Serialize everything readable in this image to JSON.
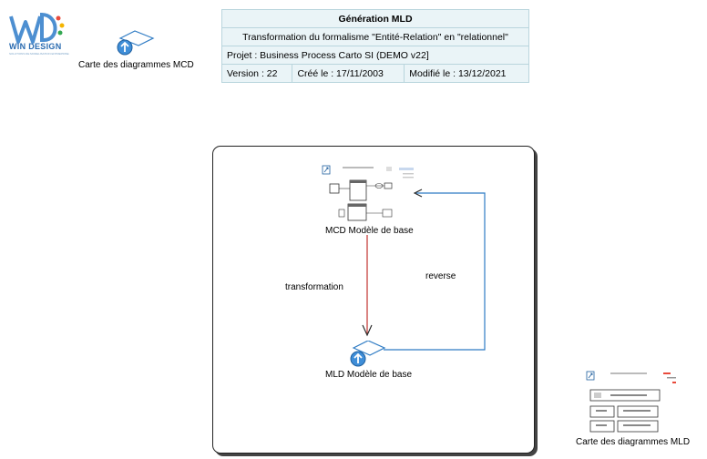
{
  "logo": {
    "brand": "WIN DESIGN",
    "tagline": "SOLUTIONS DE MODELISATION ENTREPRISE"
  },
  "colors": {
    "accent_blue": "#2e7bc4",
    "transform_red": "#c0332e",
    "table_bg": "#eaf4f7"
  },
  "header": {
    "title": "Génération MLD",
    "subtitle": "Transformation du formalisme \"Entité-Relation\" en \"relationnel\"",
    "project": "Projet : Business Process Carto SI (DEMO v22]",
    "version": "Version : 22",
    "created": "Créé le : 17/11/2003",
    "modified": "Modifié le : 13/12/2021"
  },
  "map_mcd": {
    "label": "Carte des diagrammes MCD"
  },
  "diagram": {
    "mcd_node": "MCD Modèle de base",
    "mld_node": "MLD Modèle de base",
    "transformation_label": "transformation",
    "reverse_label": "reverse"
  },
  "map_mld": {
    "label": "Carte des diagrammes MLD"
  }
}
